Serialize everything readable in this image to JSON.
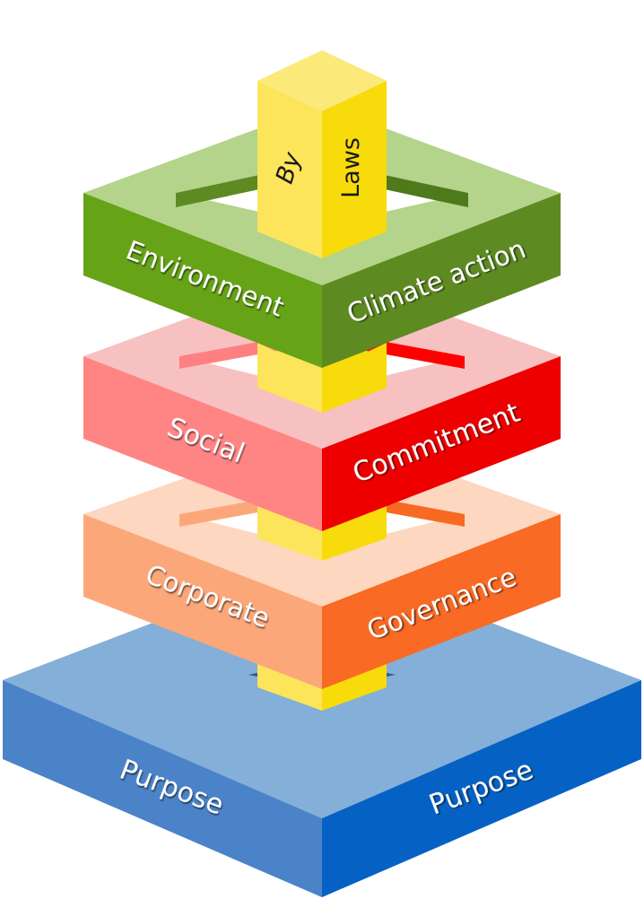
{
  "pillar": {
    "left_label": "By",
    "right_label": "Laws",
    "colors": {
      "top": "#fbea7a",
      "left": "#fce55a",
      "right": "#f8db0a"
    }
  },
  "layers": [
    {
      "id": "environment",
      "left_label": "Environment",
      "right_label": "Climate action",
      "colors": {
        "top": "#b3d48a",
        "left": "#66a317",
        "right": "#5e8a22",
        "inner_left": "#5e8a22",
        "inner_right": "#4e7a1c"
      }
    },
    {
      "id": "social",
      "left_label": "Social",
      "right_label": "Commitment",
      "colors": {
        "top": "#f7c1c2",
        "left": "#ff8585",
        "right": "#ee0000",
        "inner_left": "#ff8080",
        "inner_right": "#ff0000"
      }
    },
    {
      "id": "corporate-governance",
      "left_label": "Corporate",
      "right_label": "Governance",
      "colors": {
        "top": "#fdd7c0",
        "left": "#fca77a",
        "right": "#f96a24",
        "inner_left": "#fca77a",
        "inner_right": "#f86a22"
      }
    },
    {
      "id": "purpose",
      "left_label": "Purpose",
      "right_label": "Purpose",
      "colors": {
        "top": "#84afd8",
        "left": "#4b83c8",
        "right": "#0562c4"
      }
    }
  ]
}
